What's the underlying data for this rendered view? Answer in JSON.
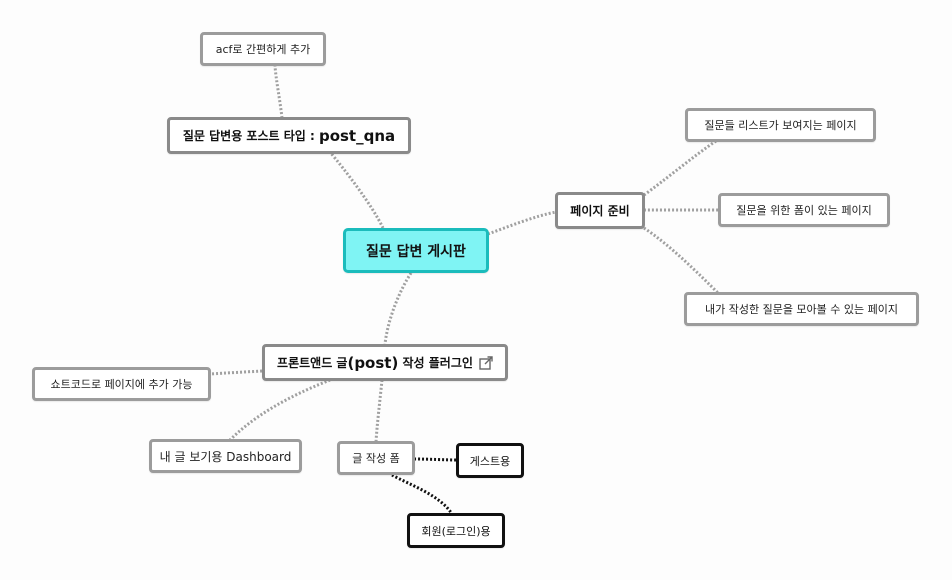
{
  "root": {
    "label": "질문 답변 게시판"
  },
  "branches": {
    "post_type": {
      "label_prefix": "질문 답변용 포스트 타입 : ",
      "label_code": "post_qna",
      "children": [
        "acf로 간편하게 추가"
      ]
    },
    "pages": {
      "label": "페이지 준비",
      "children": [
        "질문들 리스트가 보여지는 페이지",
        "질문을 위한 폼이 있는 페이지",
        "내가 작성한 질문을 모아볼 수 있는 페이지"
      ]
    },
    "frontend": {
      "label_prefix": "프론트앤드 글",
      "label_code": "(post)",
      "label_suffix": " 작성 플러그인",
      "link_icon": "external-link-icon",
      "children": [
        "쇼트코드로 페이지에 추가 가능",
        "내 글 보기용 Dashboard"
      ],
      "form": {
        "label": "글 작성 폼",
        "children": [
          "게스트용",
          "회원(로그인)용"
        ]
      }
    }
  },
  "colors": {
    "root_fill": "#7ff4f4",
    "root_border": "#1bbcbc",
    "node_border": "#9c9c9c",
    "emphasis_border": "#111111",
    "link": "#a0a0a0"
  }
}
